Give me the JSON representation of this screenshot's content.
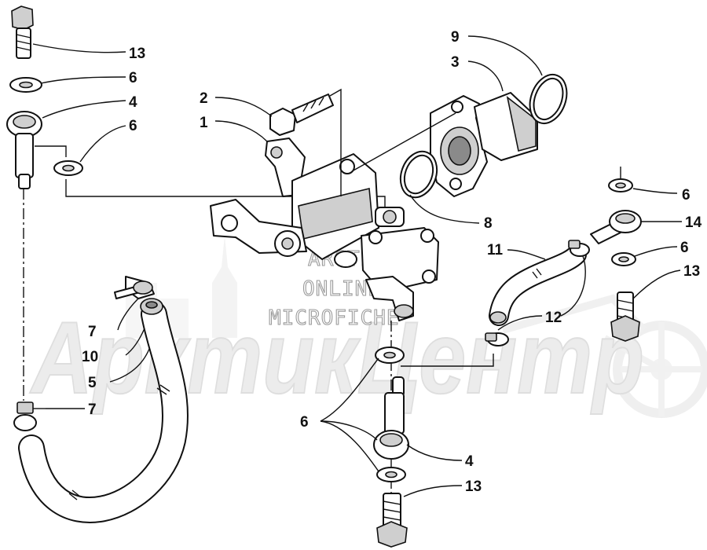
{
  "watermark": {
    "brand": "АрктикЦентр",
    "lines": [
      "ARCTIC",
      "ONLINE",
      "MICROFICHE"
    ]
  },
  "callouts": {
    "c1": "1",
    "c2": "2",
    "c3": "3",
    "c4a": "4",
    "c4b": "4",
    "c5": "5",
    "c6a": "6",
    "c6b": "6",
    "c6c": "6",
    "c6d": "6",
    "c6e": "6",
    "c7a": "7",
    "c7b": "7",
    "c8": "8",
    "c9": "9",
    "c10": "10",
    "c11": "11",
    "c12": "12",
    "c13a": "13",
    "c13b": "13",
    "c13c": "13",
    "c14": "14"
  }
}
